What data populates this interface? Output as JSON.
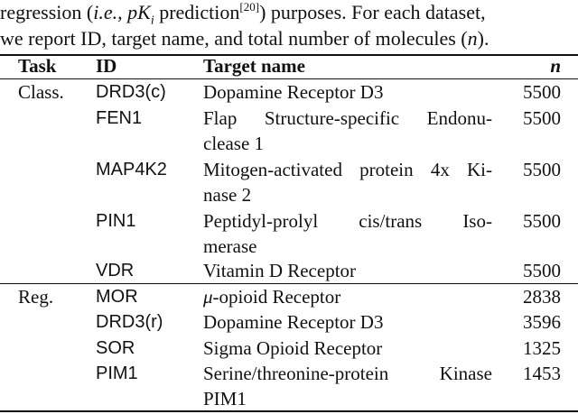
{
  "intro": {
    "line1_a": "regression (",
    "line1_ie": "i.e.,",
    "line1_pk": "pK",
    "line1_sub": "i",
    "line1_pred": " prediction",
    "line1_cite": "[20]",
    "line1_b": ") purposes.  For each dataset,",
    "line2_a": "we report ID, target name, and total number of molecules (",
    "line2_n": "n",
    "line2_b": ")."
  },
  "table": {
    "headers": {
      "task": "Task",
      "id": "ID",
      "name": "Target name",
      "n": "n"
    },
    "rows": [
      {
        "task": "Class.",
        "id": "DRD3(c)",
        "name_lines": [
          [
            "Dopamine Receptor D3"
          ]
        ],
        "n": "5500"
      },
      {
        "task": "",
        "id": "FEN1",
        "name_lines": [
          [
            "Flap",
            "Structure-specific",
            "Endonu-"
          ],
          [
            "clease 1"
          ]
        ],
        "n": "5500"
      },
      {
        "task": "",
        "id": "MAP4K2",
        "name_lines": [
          [
            "Mitogen-activated",
            "protein",
            "4x",
            "Ki-"
          ],
          [
            "nase 2"
          ]
        ],
        "n": "5500"
      },
      {
        "task": "",
        "id": "PIN1",
        "name_lines": [
          [
            "Peptidyl-prolyl",
            "cis/trans",
            "Iso-"
          ],
          [
            "merase"
          ]
        ],
        "n": "5500"
      },
      {
        "task": "",
        "id": "VDR",
        "name_lines": [
          [
            "Vitamin D Receptor"
          ]
        ],
        "n": "5500"
      },
      {
        "task": "Reg.",
        "id": "MOR",
        "name_prefix": "μ",
        "name_lines": [
          [
            "-opioid Receptor"
          ]
        ],
        "n": "2838"
      },
      {
        "task": "",
        "id": "DRD3(r)",
        "name_lines": [
          [
            "Dopamine Receptor D3"
          ]
        ],
        "n": "3596"
      },
      {
        "task": "",
        "id": "SOR",
        "name_lines": [
          [
            "Sigma Opioid Receptor"
          ]
        ],
        "n": "1325"
      },
      {
        "task": "",
        "id": "PIM1",
        "name_lines": [
          [
            "Serine/threonine-protein",
            "Kinase"
          ],
          [
            "PIM1"
          ]
        ],
        "n": "1453"
      }
    ]
  }
}
